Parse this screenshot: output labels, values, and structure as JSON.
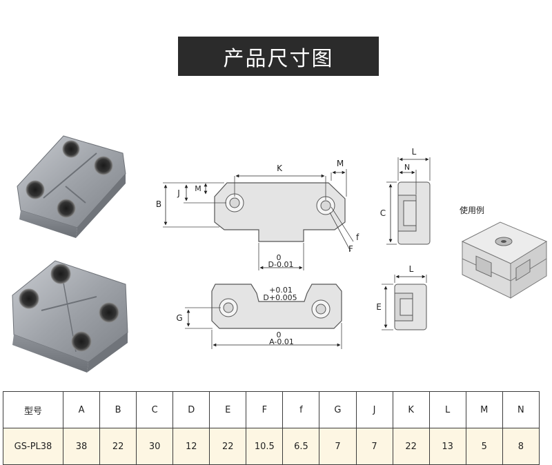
{
  "title": "产品尺寸图",
  "usage_example_label": "使用例",
  "drawing_labels": {
    "K": "K",
    "M_top": "M",
    "J": "J",
    "M_side": "M",
    "B": "B",
    "f": "f",
    "F": "F",
    "D_zero": "0",
    "D_tol": "D-0.01",
    "D2_tol_top": "+0.01",
    "D2_tol": "D+0.005",
    "G": "G",
    "A_zero": "0",
    "A_tol": "A-0.01",
    "L_top": "L",
    "N": "N",
    "C": "C",
    "L_bottom": "L",
    "E": "E"
  },
  "table": {
    "headers": [
      "型号",
      "A",
      "B",
      "C",
      "D",
      "E",
      "F",
      "f",
      "G",
      "J",
      "K",
      "L",
      "M",
      "N"
    ],
    "rows": [
      [
        "GS-PL38",
        "38",
        "22",
        "30",
        "12",
        "22",
        "10.5",
        "6.5",
        "7",
        "7",
        "22",
        "13",
        "5",
        "8"
      ]
    ]
  }
}
